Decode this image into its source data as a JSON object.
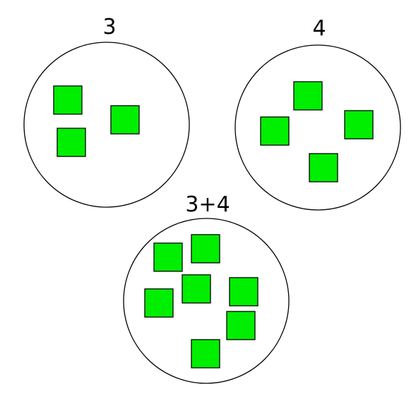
{
  "colors": {
    "square_fill": "#00ee00",
    "outline": "#000000",
    "background": "#ffffff"
  },
  "sets": [
    {
      "label": "3",
      "count": 3
    },
    {
      "label": "4",
      "count": 4
    },
    {
      "label": "3+4",
      "count": 7
    }
  ]
}
